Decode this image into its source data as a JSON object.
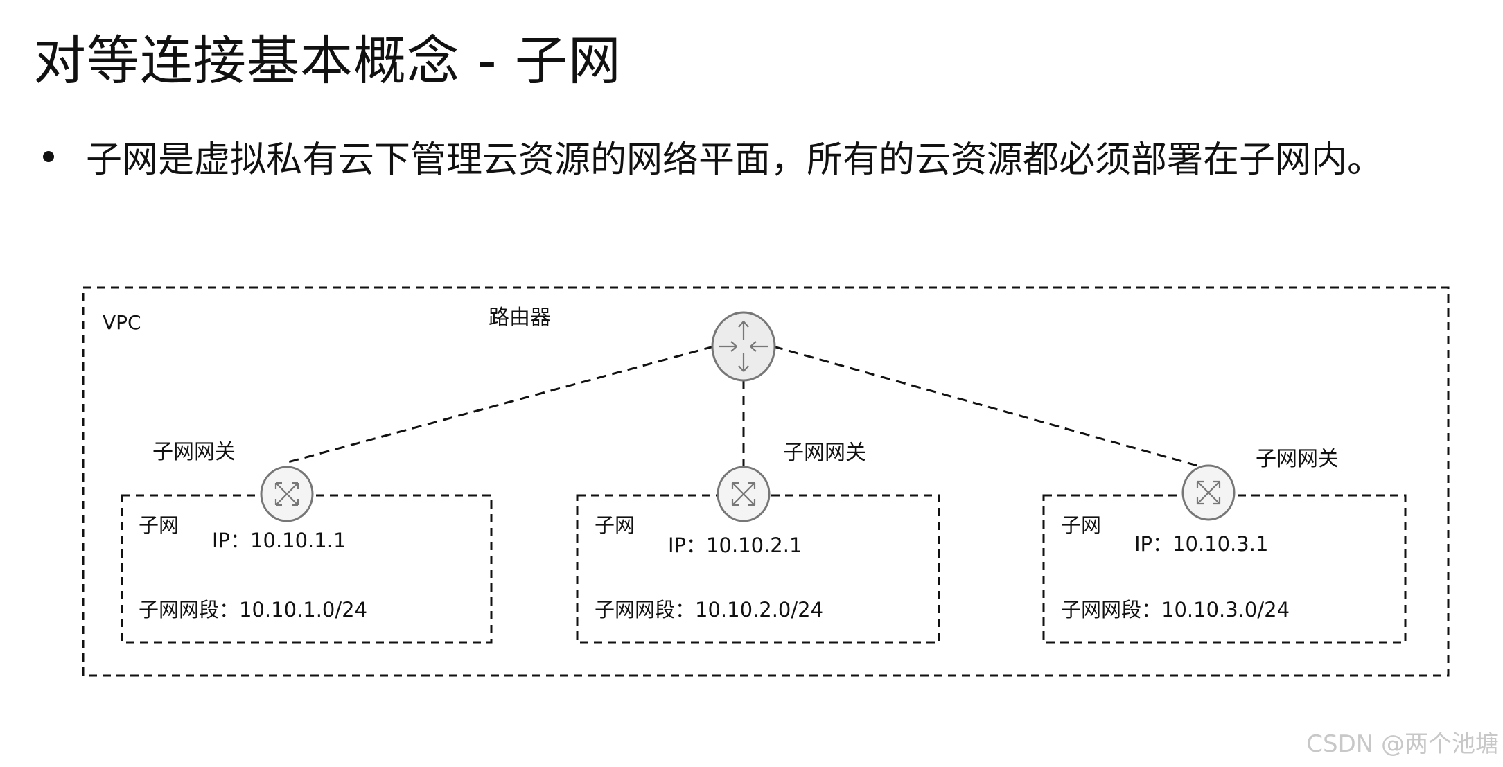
{
  "title": "对等连接基本概念 - 子网",
  "bullet": "子网是虚拟私有云下管理云资源的网络平面，所有的云资源都必须部署在子网内。",
  "diagram": {
    "vpc_label": "VPC",
    "router_label": "路由器",
    "router_icon": "router-icon",
    "gateway_icon": "subnet-gateway-icon",
    "subnets": [
      {
        "gateway_label": "子网网关",
        "subnet_label": "子网",
        "ip": "IP：10.10.1.1",
        "cidr": "子网网段：10.10.1.0/24"
      },
      {
        "gateway_label": "子网网关",
        "subnet_label": "子网",
        "ip": "IP：10.10.2.1",
        "cidr": "子网网段：10.10.2.0/24"
      },
      {
        "gateway_label": "子网网关",
        "subnet_label": "子网",
        "ip": "IP：10.10.3.1",
        "cidr": "子网网段：10.10.3.0/24"
      }
    ]
  },
  "watermark": "CSDN @两个池塘"
}
